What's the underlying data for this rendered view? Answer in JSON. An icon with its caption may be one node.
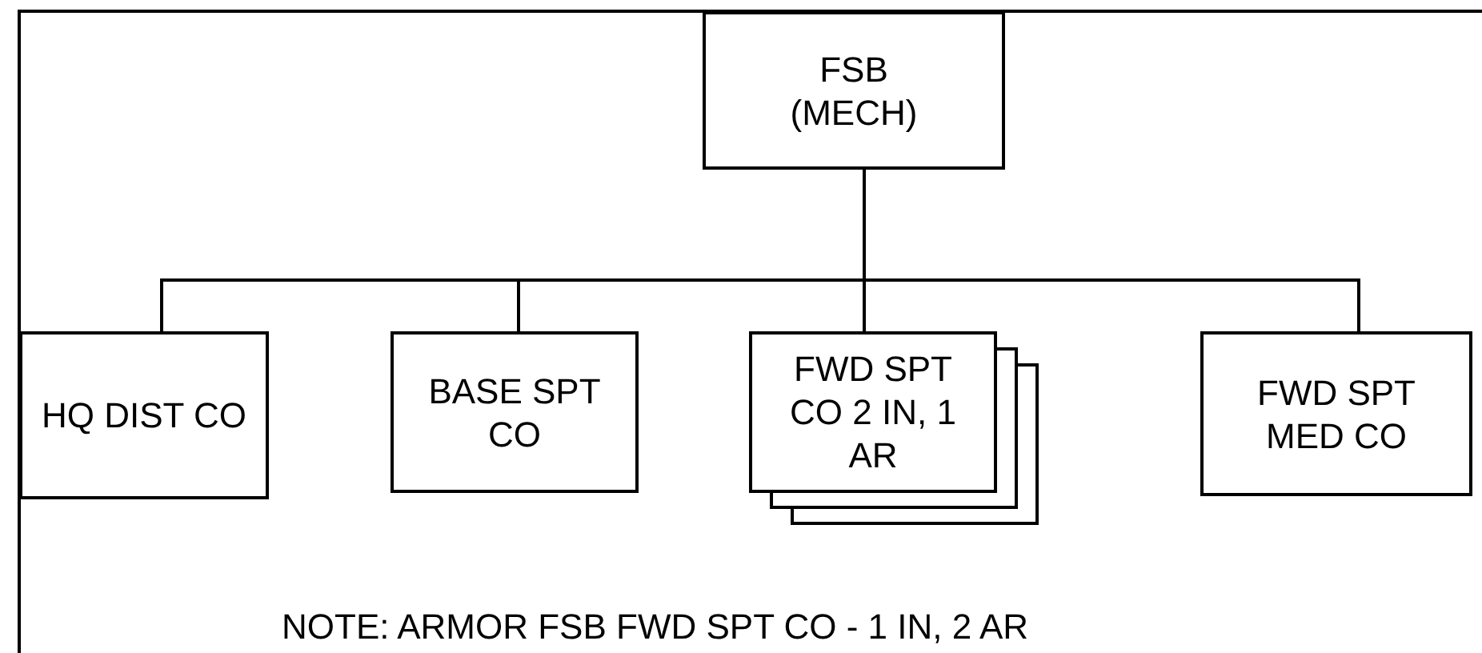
{
  "diagram": {
    "nodes": [
      {
        "text": [
          "FSB (MECH)"
        ]
      },
      {
        "text": [
          "HQ DIST CO"
        ]
      },
      {
        "text": [
          "BASE SPT CO"
        ]
      },
      {
        "text": [
          "FWD SPT CO 2 IN, 1 AR"
        ]
      },
      {
        "text": [
          "FWD SPT MED CO"
        ]
      }
    ],
    "edges": [
      {
        "from": 0,
        "to": 1,
        "arrow": "none"
      },
      {
        "from": 0,
        "to": 2,
        "arrow": "none"
      },
      {
        "from": 0,
        "to": 3,
        "arrow": "none"
      },
      {
        "from": 0,
        "to": 4,
        "arrow": "none"
      }
    ],
    "labels": [
      "NOTE: ARMOR FSB FWD SPT CO - 1 IN, 2 AR"
    ]
  }
}
